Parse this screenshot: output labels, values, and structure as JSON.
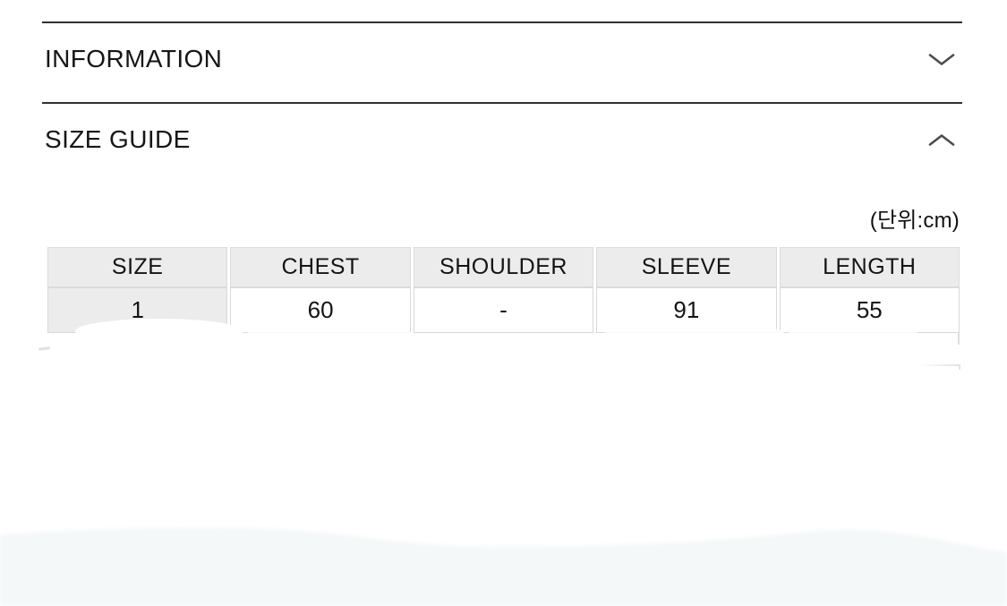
{
  "accordion": {
    "sections": [
      {
        "label": "INFORMATION",
        "state": "collapsed",
        "icon": "chevron-down"
      },
      {
        "label": "SIZE GUIDE",
        "state": "expanded",
        "icon": "chevron-up"
      }
    ]
  },
  "size_guide": {
    "unit_label": "(단위:cm)",
    "table": {
      "headers": [
        "SIZE",
        "CHEST",
        "SHOULDER",
        "SLEEVE",
        "LENGTH"
      ],
      "rows": [
        [
          "1",
          "60",
          "-",
          "91",
          "55"
        ]
      ]
    }
  },
  "colors": {
    "text": "#161616",
    "rule": "#303030",
    "chevron": "#4c4c4c",
    "header_bg": "#ececec",
    "header_border": "#dcdcdc",
    "cell_border": "#d9d9d9",
    "bottom_band": "#f5f8f9"
  }
}
